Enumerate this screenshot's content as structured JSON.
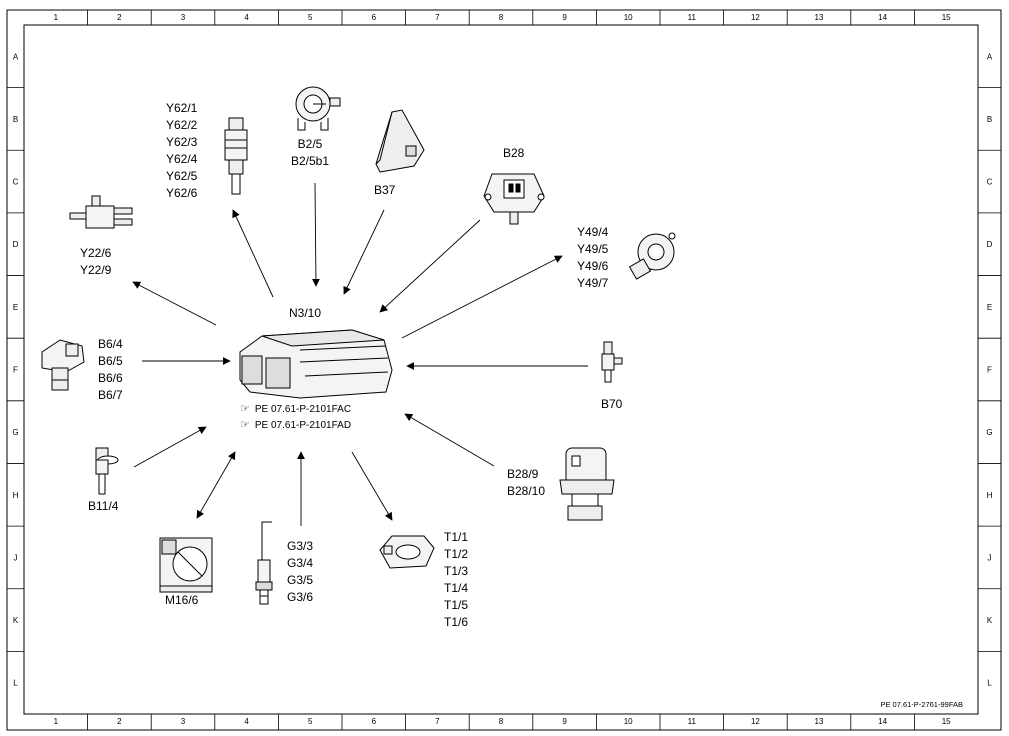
{
  "grid": {
    "columns": [
      "1",
      "2",
      "3",
      "4",
      "5",
      "6",
      "7",
      "8",
      "9",
      "10",
      "11",
      "12",
      "13",
      "14",
      "15"
    ],
    "rows": [
      "A",
      "B",
      "C",
      "D",
      "E",
      "F",
      "G",
      "H",
      "J",
      "K",
      "L"
    ]
  },
  "center": {
    "label": "N3/10",
    "refs": [
      "PE 07.61-P-2101FAC",
      "PE 07.61-P-2101FAD"
    ]
  },
  "components": [
    {
      "id": "y62",
      "lines": [
        "Y62/1",
        "Y62/2",
        "Y62/3",
        "Y62/4",
        "Y62/5",
        "Y62/6"
      ]
    },
    {
      "id": "b2",
      "lines": [
        "B2/5",
        "B2/5b1"
      ]
    },
    {
      "id": "b37",
      "lines": [
        "B37"
      ]
    },
    {
      "id": "b28",
      "lines": [
        "B28"
      ]
    },
    {
      "id": "y22",
      "lines": [
        "Y22/6",
        "Y22/9"
      ]
    },
    {
      "id": "y49",
      "lines": [
        "Y49/4",
        "Y49/5",
        "Y49/6",
        "Y49/7"
      ]
    },
    {
      "id": "b6",
      "lines": [
        "B6/4",
        "B6/5",
        "B6/6",
        "B6/7"
      ]
    },
    {
      "id": "b70",
      "lines": [
        "B70"
      ]
    },
    {
      "id": "b11",
      "lines": [
        "B11/4"
      ]
    },
    {
      "id": "b289",
      "lines": [
        "B28/9",
        "B28/10"
      ]
    },
    {
      "id": "m16",
      "lines": [
        "M16/6"
      ]
    },
    {
      "id": "g3",
      "lines": [
        "G3/3",
        "G3/4",
        "G3/5",
        "G3/6"
      ]
    },
    {
      "id": "t1",
      "lines": [
        "T1/1",
        "T1/2",
        "T1/3",
        "T1/4",
        "T1/5",
        "T1/6"
      ]
    }
  ],
  "document_ref": "PE 07.61-P-2761-99FAB"
}
